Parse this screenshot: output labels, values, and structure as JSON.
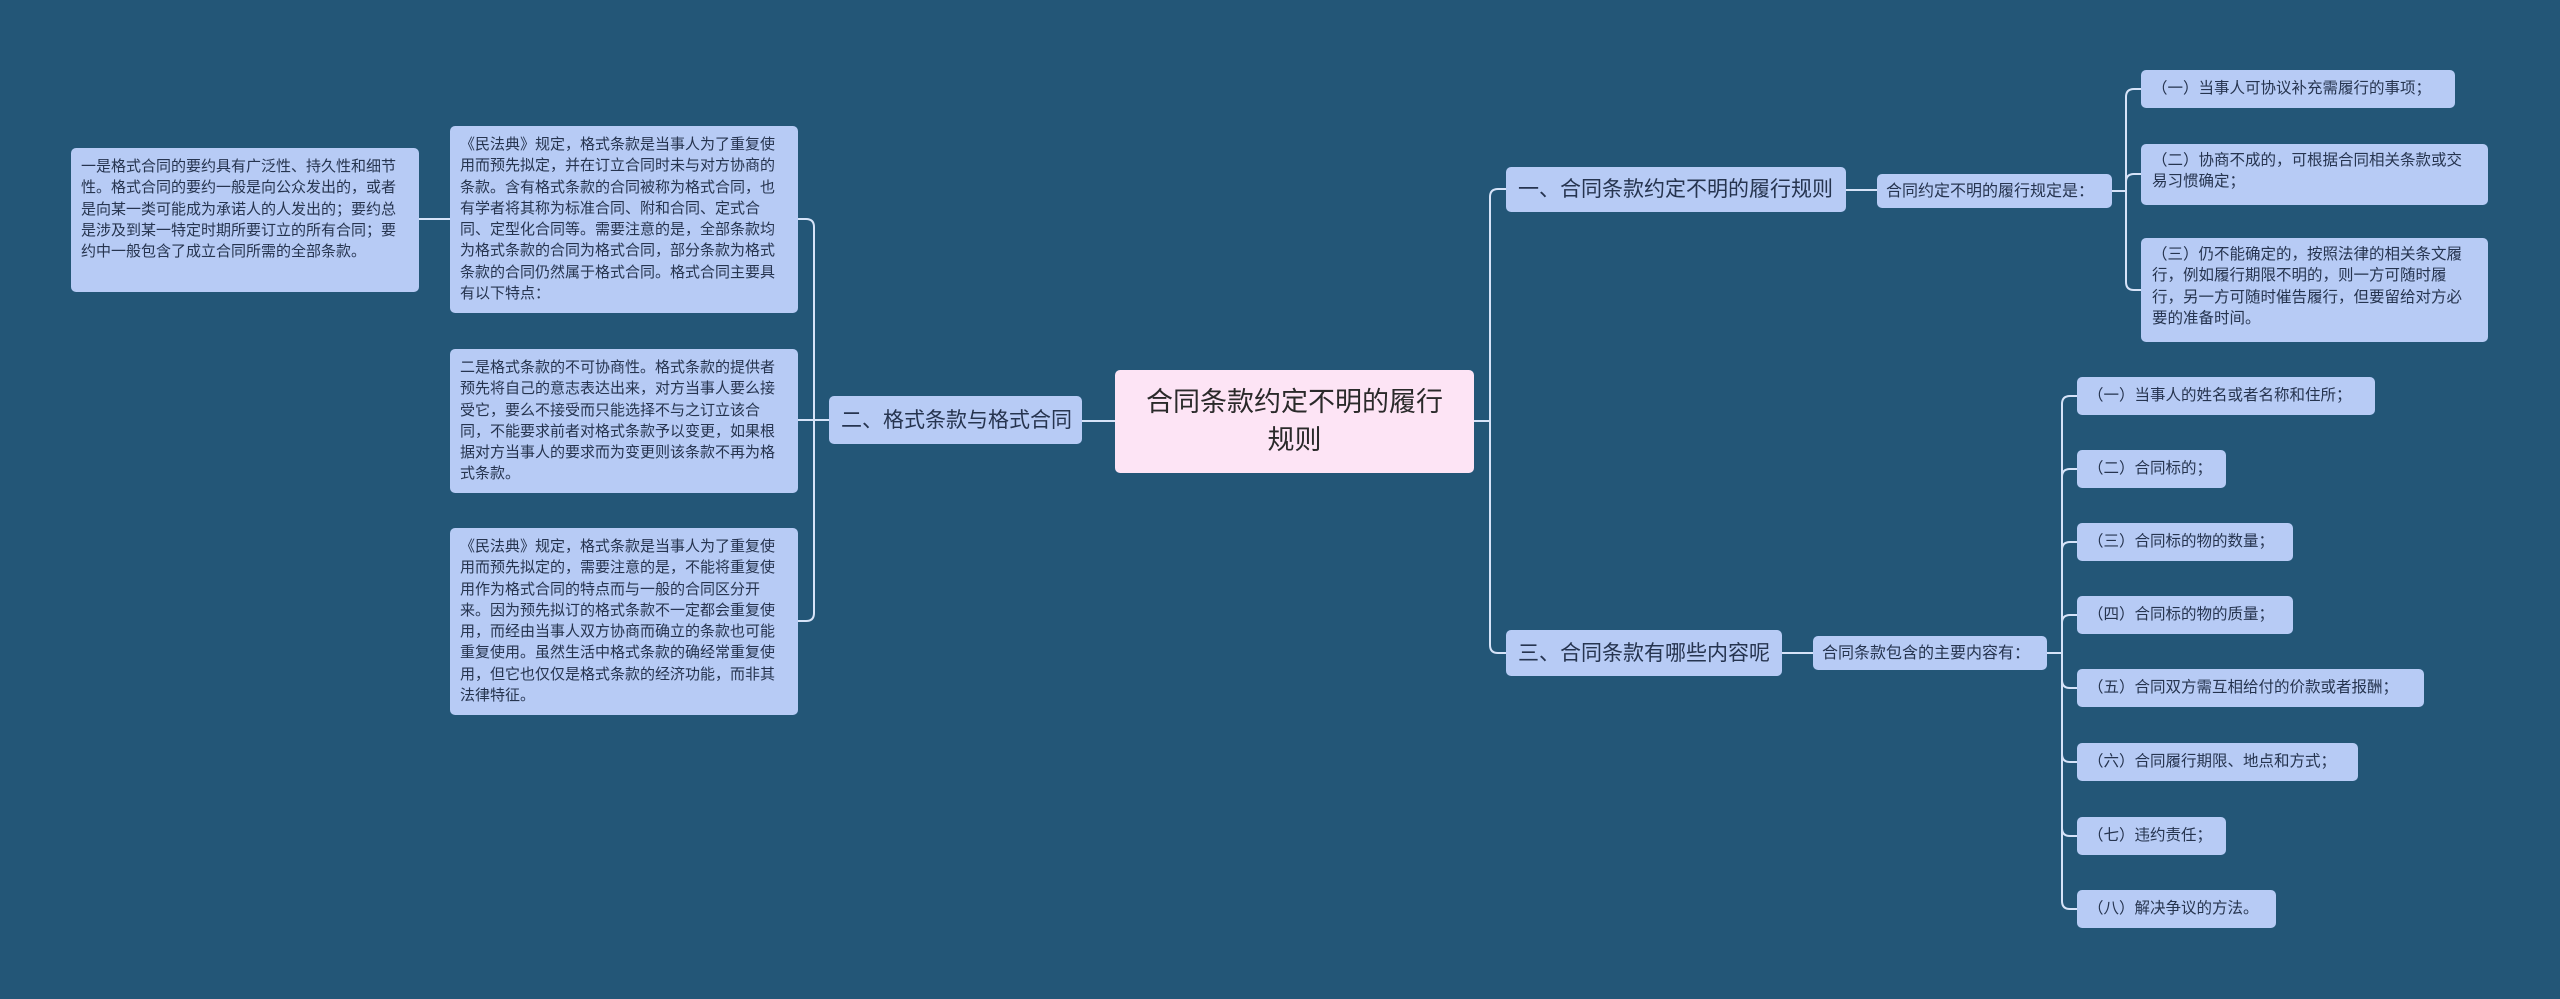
{
  "root": {
    "label": "合同条款约定不明的履行规则"
  },
  "branches": [
    {
      "label": "一、合同条款约定不明的履行规则",
      "mid": "合同约定不明的履行规定是：",
      "leaves": [
        "（一）当事人可协议补充需履行的事项；",
        "（二）协商不成的，可根据合同相关条款或交易习惯确定；",
        "（三）仍不能确定的，按照法律的相关条文履行，例如履行期限不明的，则一方可随时履行，另一方可随时催告履行，但要留给对方必要的准备时间。"
      ]
    },
    {
      "label": "二、格式条款与格式合同",
      "leaves": [
        "《民法典》规定，格式条款是当事人为了重复使用而预先拟定，并在订立合同时未与对方协商的条款。含有格式条款的合同被称为格式合同，也有学者将其称为标准合同、附和合同、定式合同、定型化合同等。需要注意的是，全部条款均为格式条款的合同为格式合同，部分条款为格式条款的合同仍然属于格式合同。格式合同主要具有以下特点：",
        "二是格式条款的不可协商性。格式条款的提供者预先将自己的意志表达出来，对方当事人要么接受它，要么不接受而只能选择不与之订立该合同，不能要求前者对格式条款予以变更，如果根据对方当事人的要求而为变更则该条款不再为格式条款。",
        "《民法典》规定，格式条款是当事人为了重复使用而预先拟定的，需要注意的是，不能将重复使用作为格式合同的特点而与一般的合同区分开来。因为预先拟订的格式条款不一定都会重复使用，而经由当事人双方协商而确立的条款也可能重复使用。虽然生活中格式条款的确经常重复使用，但它也仅仅是格式条款的经济功能，而非其法律特征。"
      ],
      "sub": "一是格式合同的要约具有广泛性、持久性和细节性。格式合同的要约一般是向公众发出的，或者是向某一类可能成为承诺人的人发出的；要约总是涉及到某一特定时期所要订立的所有合同；要约中一般包含了成立合同所需的全部条款。"
    },
    {
      "label": "三、合同条款有哪些内容呢",
      "mid": "合同条款包含的主要内容有：",
      "leaves": [
        "（一）当事人的姓名或者名称和住所；",
        "（二）合同标的；",
        "（三）合同标的物的数量；",
        "（四）合同标的物的质量；",
        "（五）合同双方需互相给付的价款或者报酬；",
        "（六）合同履行期限、地点和方式；",
        "（七）违约责任；",
        "（八）解决争议的方法。"
      ]
    }
  ],
  "colors": {
    "background": "#235677",
    "node": "#b7cbf5",
    "root": "#fde4f5",
    "line": "#d6e3f8"
  }
}
